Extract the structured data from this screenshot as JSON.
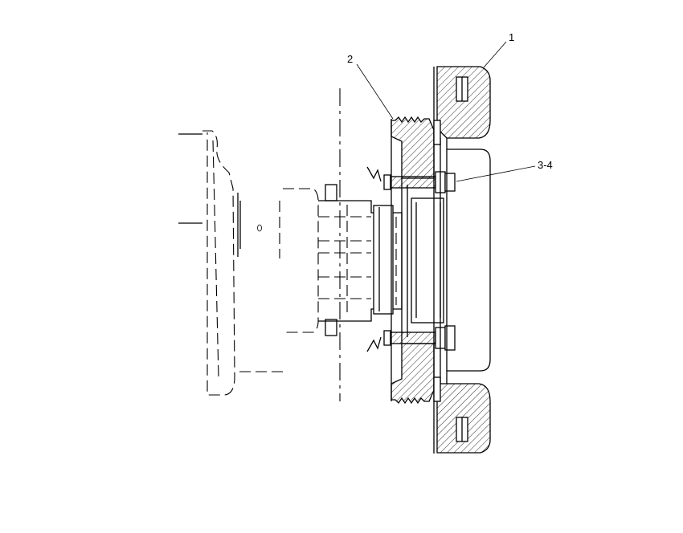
{
  "diagram": {
    "callouts": [
      {
        "label": "1"
      },
      {
        "label": "2"
      },
      {
        "label": "3-4"
      }
    ]
  }
}
